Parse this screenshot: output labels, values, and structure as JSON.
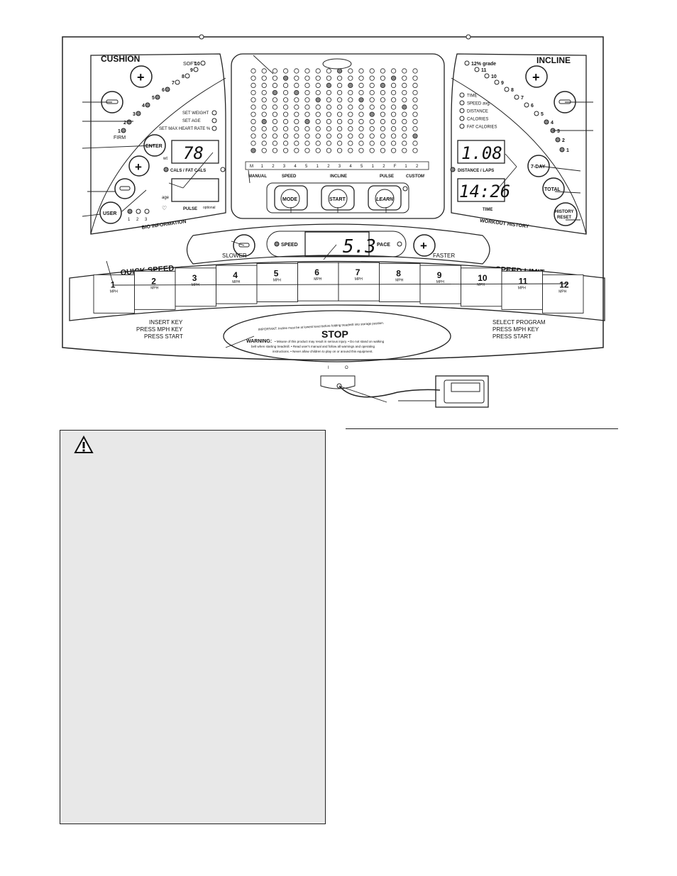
{
  "console": {
    "cushion": {
      "title": "CUSHION",
      "soft_label": "SOFT",
      "firm_label": "FIRM",
      "levels": [
        "10",
        "9",
        "8",
        "7",
        "6",
        "5",
        "4",
        "3",
        "2",
        "1"
      ]
    },
    "incline": {
      "title": "INCLINE",
      "grade_label": "12% grade",
      "levels": [
        "11",
        "10",
        "9",
        "8",
        "7",
        "6",
        "5",
        "4",
        "3",
        "2",
        "1"
      ]
    },
    "bio_information": {
      "title": "BIO INFORMATION",
      "set_weight": "SET WEIGHT",
      "set_age": "SET AGE",
      "set_max_hr": "SET MAX HEART RATE %",
      "wt_label": "wt",
      "age_label": "age",
      "cals_label": "CALS / FAT CALS",
      "pulse_label": "PULSE",
      "optional_label": "optional",
      "enter_button": "ENTER",
      "user_button": "USER",
      "user_numbers": [
        "1",
        "2",
        "3"
      ],
      "display_value": "78"
    },
    "matrix": {
      "program_numbers": [
        "M",
        "1",
        "2",
        "3",
        "4",
        "5",
        "1",
        "2",
        "3",
        "4",
        "5",
        "1",
        "2",
        "F",
        "1",
        "2"
      ],
      "program_groups": [
        "MANUAL",
        "SPEED",
        "INCLINE",
        "PULSE",
        "CUSTOM"
      ],
      "mode_button": "MODE",
      "start_button": "START",
      "learn_button": "LEARN"
    },
    "workout": {
      "title": "WORKOUT HISTORY",
      "options": [
        "TIME",
        "SPEED avg.",
        "DISTANCE",
        "CALORIES",
        "FAT CALORIES"
      ],
      "distance_label": "DISTANCE / LAPS",
      "distance_value": "1.08",
      "time_value": "14:26",
      "time_label": "TIME",
      "seven_day_button": "7-DAY",
      "total_button": "TOTAL",
      "history_reset_button_1": "HISTORY",
      "history_reset_button_2": "RESET"
    },
    "speed": {
      "slower_label": "SLOWER",
      "faster_label": "FASTER",
      "speed_label": "SPEED",
      "pace_label": "PACE",
      "display_value": "5.3"
    },
    "quick_speed": {
      "left_title": "QUICK SPEED",
      "right_title": "SPEED LIMIT",
      "unit": "MPH",
      "keys": [
        "1",
        "2",
        "3",
        "4",
        "5",
        "6",
        "7",
        "8",
        "9",
        "10",
        "11",
        "12"
      ],
      "left_instructions": [
        "INSERT KEY",
        "PRESS MPH KEY",
        "PRESS START"
      ],
      "right_instructions": [
        "SELECT PROGRAM",
        "PRESS MPH KEY",
        "PRESS START"
      ]
    },
    "stop": {
      "label": "STOP",
      "important": "IMPORTANT: Incline must be at lowest level before folding treadmill into storage position.",
      "warning_title": "WARNING:",
      "warning_lines": [
        "• Misuse of this product may result in serious injury. • Do not stand on walking",
        "belt when starting treadmill. • Read user's manual and follow all warnings and operating",
        "instructions. • Never allow children to play on or around this equipment."
      ]
    },
    "switch_symbols": [
      "I",
      "O"
    ]
  }
}
